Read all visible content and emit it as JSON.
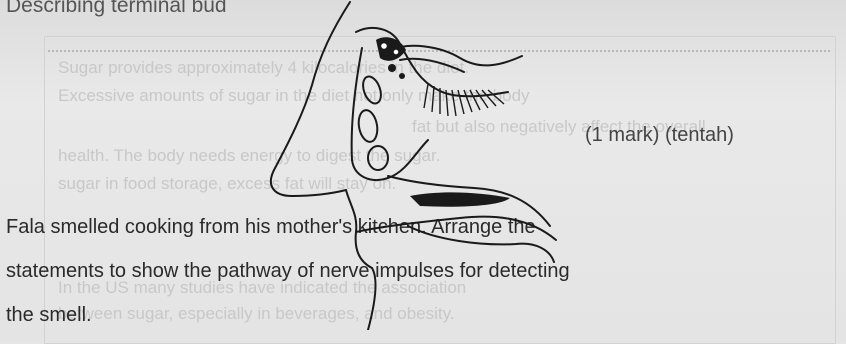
{
  "question": {
    "top_text": "Describing terminal bud",
    "marks": "(1 mark) (tentah)",
    "prompt_line1": "Fala smelled cooking from his mother's kitchen. Arrange the",
    "prompt_line2": "statements to show the pathway of nerve impulses for detecting",
    "prompt_line3": "the smell."
  },
  "bleed_through": {
    "lines": [
      "Sugar provides approximately 4 kilocalories in the diet.",
      "Excessive amounts of sugar in the diet not only make the body",
      "fat but also negatively affect the overall",
      "health. The body needs energy to digest the sugar.",
      "sugar in food storage, excess fat will stay on.",
      "In the US many studies have indicated the association",
      "between sugar, especially in beverages, and obesity."
    ]
  }
}
